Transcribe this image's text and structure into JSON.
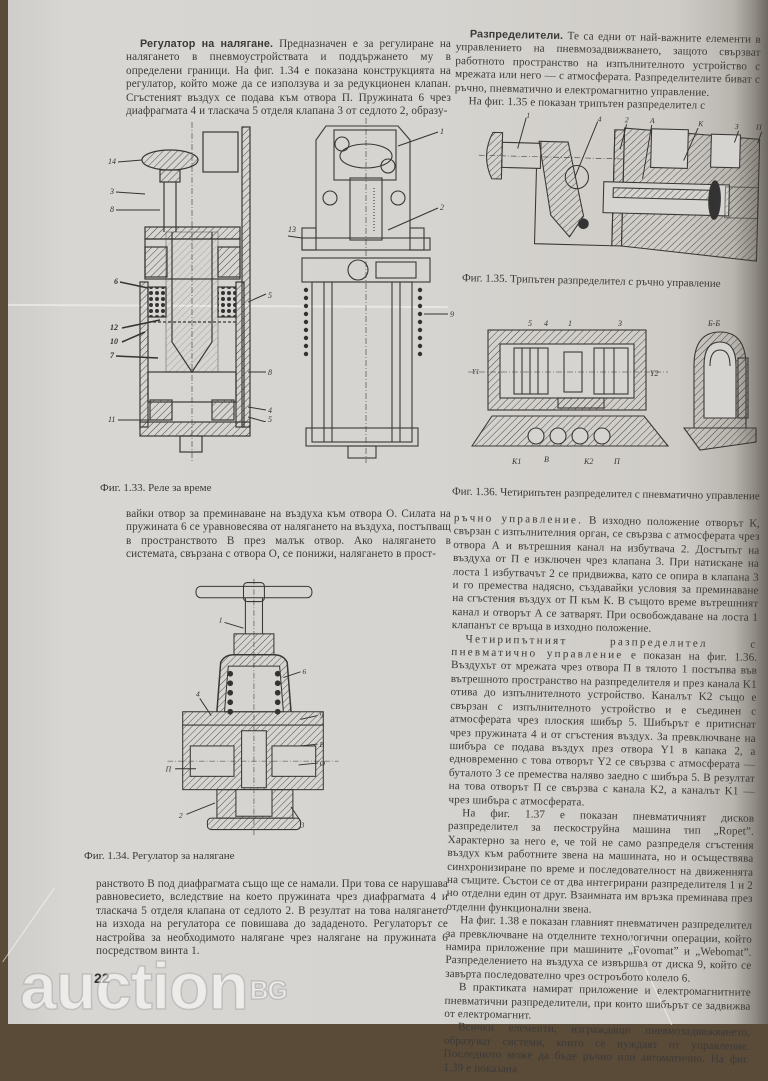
{
  "page": {
    "page_number": "22",
    "watermark": {
      "brand": "auction",
      "suffix": "BG"
    }
  },
  "left_column": {
    "intro": {
      "heading": "Регулатор на налягане.",
      "text": " Предназначен е за регулиране на налягането в пневмоустройствата и поддържането му в определени граници. На фиг. 1.34 е показана конструкцията на регулатор, който може да се използува и за редукционен клапан. Сгъстеният въздух се подава към отвора П. Пружината 6 чрез диафрагмата 4 и тласкача 5 отделя клапана 3 от седлото 2, образу-"
    },
    "middle": {
      "text": "вайки отвор за преминаване на въздуха към отвора О. Силата на пружината 6 се уравновесява от налягането на въздуха, постъпващ в пространството В през малък отвор. Ако налягането в системата, свързана с отвора О, се понижи, налягането в прост-"
    },
    "bottom": {
      "text": "ранството В под диафрагмата също ще се намали. При това се нарушава равновесието, вследствие на което пружината чрез диафрагмата 4 и тласкача 5 отделя клапана от седлото 2. В резултат на това налягането на изхода на регулатора се повишава до зададеното. Регулаторът се настройва за необходимото налягане чрез налягане на пружината 6 посредством винта 1."
    }
  },
  "right_column": {
    "intro": {
      "heading": "Разпределители.",
      "text": " Те са едни от най-важните елементи в управлението на пневмозадвижването, защото свързват работното пространство на изпълнителното устройство с мрежата или него — с атмосферата. Разпределителите биват с ръчно, пневматично и електромагнитно управление.",
      "next": "На фиг. 1.35 е показан трипътен разпределител с"
    },
    "para1": {
      "spaced": "ръчно управление.",
      "text": " В изходно положение отворът К, свързан с изпълнителния орган, се свързва с атмосферата чрез отвора А и вътрешния канал на избутвача 2. Достъпът на въздуха от П е изключен чрез клапана 3. При натискане на лоста 1 избутвачът 2 се придвижва, като се опира в клапана 3 и го премества надясно, създавайки условия за преминаване на сгъстения въздух от П към К. В същото време вътрешният канал и отворът А се затварят. При освобождаване на лоста 1 клапанът се връща в изходно положение."
    },
    "para2": {
      "spaced": "Четирипътният разпределител с пневматично управление",
      "text": " е показан на фиг. 1.36. Въздухът от мрежата чрез отвора П в тялото 1 постъпва във вътрешното пространство на разпределителя и през канала K1 отива до изпълнителното устройство. Каналът K2 също е свързан с изпълнителното устройство и е съединен с атмосферата чрез плоския шибър 5. Шибърът е притиснат чрез пружината 4 и от сгъстения въздух. За превключване на шибъра се подава въздух през отвора Y1 в капака 2, а едновременно с това отворът Y2 се свързва с атмосферата — буталото 3 се премества наляво заедно с шибъра 5. В резултат на това отворът П се свързва с канала K2, а каналът K1 — чрез шибъра с атмосферата."
    },
    "para3": {
      "text": "На фиг. 1.37 е показан пневматичният дисков разпределител за пескоструйна машина тип „Ropet”. Характерно за него е, че той не само разпределя сгъстения въздух към работните звена на машината, но и осъществява синхронизиране по време и последователност на движенията на същите. Състои се от два интегрирани разпределителя 1 и 2 но отделни един от друг. Взаимната им връзка преминава през отделни функционални звена."
    },
    "para4": {
      "text": "На фиг. 1.38 е показан главният пневматичен разпределител за превключване на отделните технологични операции, който намира приложение при машините „Fovomat” и „Webomat”. Разпределението на въздуха се извършва от диска 9, който се завърта последователно чрез остроъбото колело 6."
    },
    "para5": {
      "text": "В практиката намират приложение и електромагнитните пневматични разпределители, при които шибърът се задвижва от електромагнит."
    },
    "para6": {
      "text": "Всички елементи, изграждащи пневмозадвижването, образуват системи, които се нуждаят от управление. Последното може да бъде ръчно или автоматично. На фиг. 1.39 е показана"
    }
  },
  "figures": {
    "fig133": {
      "caption": "Фиг. 1.33. Реле за време",
      "labels_left": [
        "14",
        "3",
        "8",
        "6",
        "12",
        "10",
        "7",
        "11"
      ],
      "labels_right": [
        "5",
        "8",
        "4",
        "5"
      ],
      "labels_front": [
        "1",
        "2",
        "13",
        "9"
      ]
    },
    "fig134": {
      "caption": "Фиг. 1.34. Регулатор за налягане",
      "labels": [
        "1",
        "6",
        "4",
        "9",
        "В",
        "О",
        "П",
        "2",
        "3"
      ]
    },
    "fig135": {
      "caption": "Фиг. 1.35. Трипътен разпределител с ръчно управление",
      "labels": [
        "1",
        "4",
        "2",
        "А",
        "К",
        "3",
        "П"
      ]
    },
    "fig136": {
      "caption": "Фиг. 1.36. Четирипътен разпределител с пневматично управление",
      "labels": [
        "5",
        "4",
        "1",
        "3",
        "Y1",
        "Y2",
        "K1",
        "B",
        "K2",
        "П",
        "Б-Б"
      ]
    }
  },
  "colors": {
    "paper": "#d6d4d0",
    "ink": "#3c3a38",
    "table_edge": "#5a4a38"
  }
}
